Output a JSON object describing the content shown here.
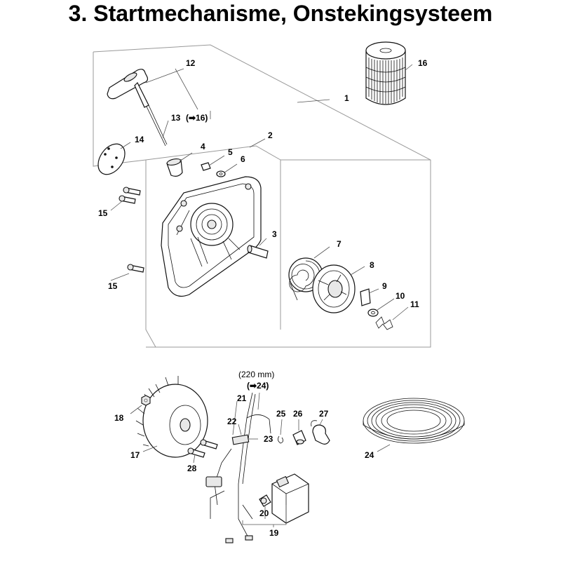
{
  "title": "3. Startmechanisme, Onstekingsysteem",
  "labels": {
    "p1": "1",
    "p2": "2",
    "p3": "3",
    "p4": "4",
    "p5": "5",
    "p6": "6",
    "p7": "7",
    "p8": "8",
    "p9": "9",
    "p10": "10",
    "p11": "11",
    "p12": "12",
    "p13": "13",
    "p13ref": "(➡16)",
    "p14": "14",
    "p15a": "15",
    "p15b": "15",
    "p16": "16",
    "p17": "17",
    "p18": "18",
    "p19": "19",
    "p20": "20",
    "p21": "21",
    "p22": "22",
    "p23": "23",
    "p24": "24",
    "p25": "25",
    "p26": "26",
    "p27": "27",
    "p28": "28",
    "length": "(220 mm)",
    "ref24": "(➡24)"
  }
}
